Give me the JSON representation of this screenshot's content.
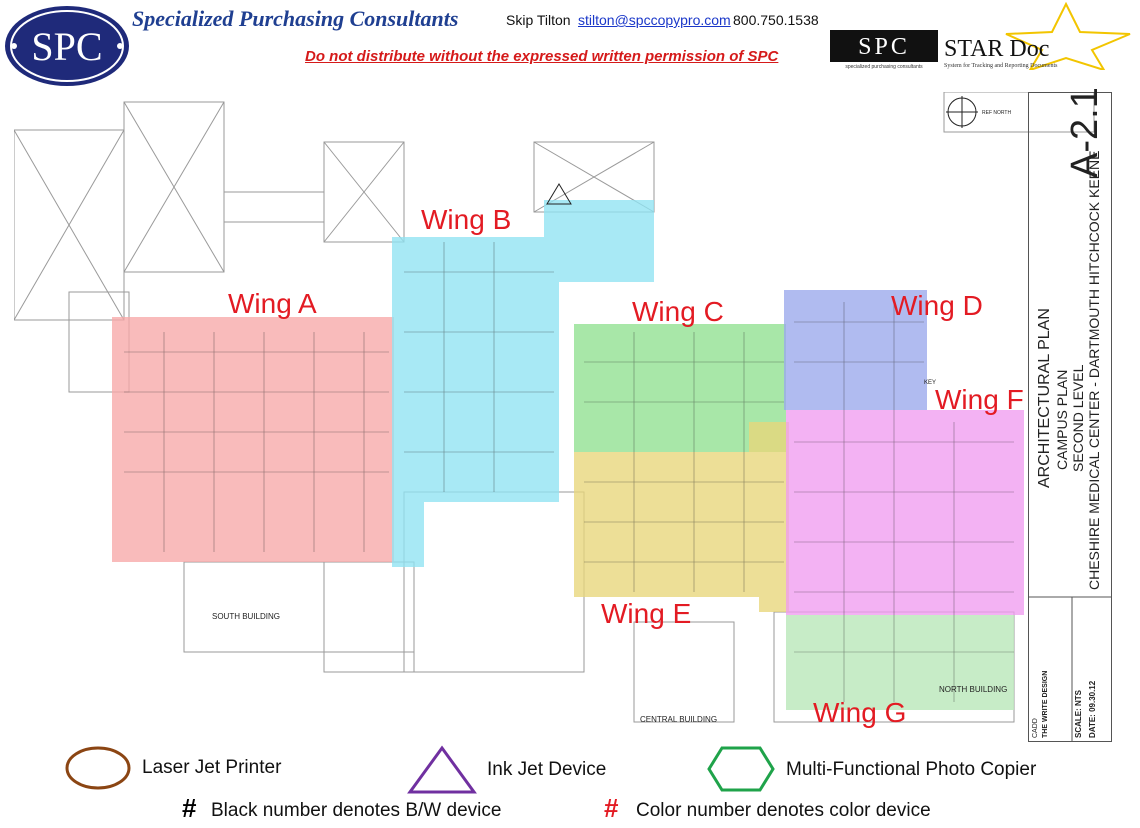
{
  "header": {
    "logo_text": "SPC",
    "company_name": "Specialized Purchasing Consultants",
    "contact_name": "Skip Tilton",
    "contact_email": "stilton@spccopypro.com",
    "contact_phone": "800.750.1538",
    "warning": "Do not distribute without the expressed written permission of SPC",
    "stardoc_logo": {
      "spc": "SPC",
      "product": "STAR Doc",
      "spc_tagline": "specialized purchasing consultants",
      "product_tagline": "System for Tracking and Reporting Documents"
    }
  },
  "plan": {
    "wings": [
      {
        "label": "Wing A",
        "color": "#f7a8a8"
      },
      {
        "label": "Wing B",
        "color": "#8fe3f2"
      },
      {
        "label": "Wing C",
        "color": "#8fe08f"
      },
      {
        "label": "Wing D",
        "color": "#9aa8ec"
      },
      {
        "label": "Wing E",
        "color": "#e8d67a"
      },
      {
        "label": "Wing F",
        "color": "#f09cf0"
      },
      {
        "label": "Wing G",
        "color": "#bde9bd"
      }
    ],
    "building_labels": {
      "south": "SOUTH BUILDING",
      "central": "CENTRAL BUILDING",
      "north": "NORTH BUILDING"
    },
    "key_label": "KEY",
    "north_label": "REF NORTH"
  },
  "title_block": {
    "sheet": "A-2.1",
    "title": "ARCHITECTURAL PLAN",
    "subtitle": "CAMPUS PLAN",
    "level": "SECOND LEVEL",
    "facility": "CHESHIRE MEDICAL CENTER - DARTMOUTH HITCHCOCK KEENE",
    "scale": "SCALE: NTS",
    "date": "DATE: 09.30.12",
    "designer": "THE WRITE DESIGN",
    "cadd": "CADD"
  },
  "legend": {
    "items": [
      {
        "label": "Laser Jet Printer",
        "icon": "oval-icon",
        "color": "#8b4513"
      },
      {
        "label": "Ink Jet Device",
        "icon": "triangle-icon",
        "color": "#7030a0"
      },
      {
        "label": "Multi-Functional Photo Copier",
        "icon": "hexagon-icon",
        "color": "#1fa34a"
      }
    ],
    "notes": [
      {
        "symbol": "#",
        "text": "Black number denotes B/W device",
        "color": "#000000"
      },
      {
        "symbol": "#",
        "text": "Color number denotes color device",
        "color": "#e31b23"
      }
    ]
  }
}
